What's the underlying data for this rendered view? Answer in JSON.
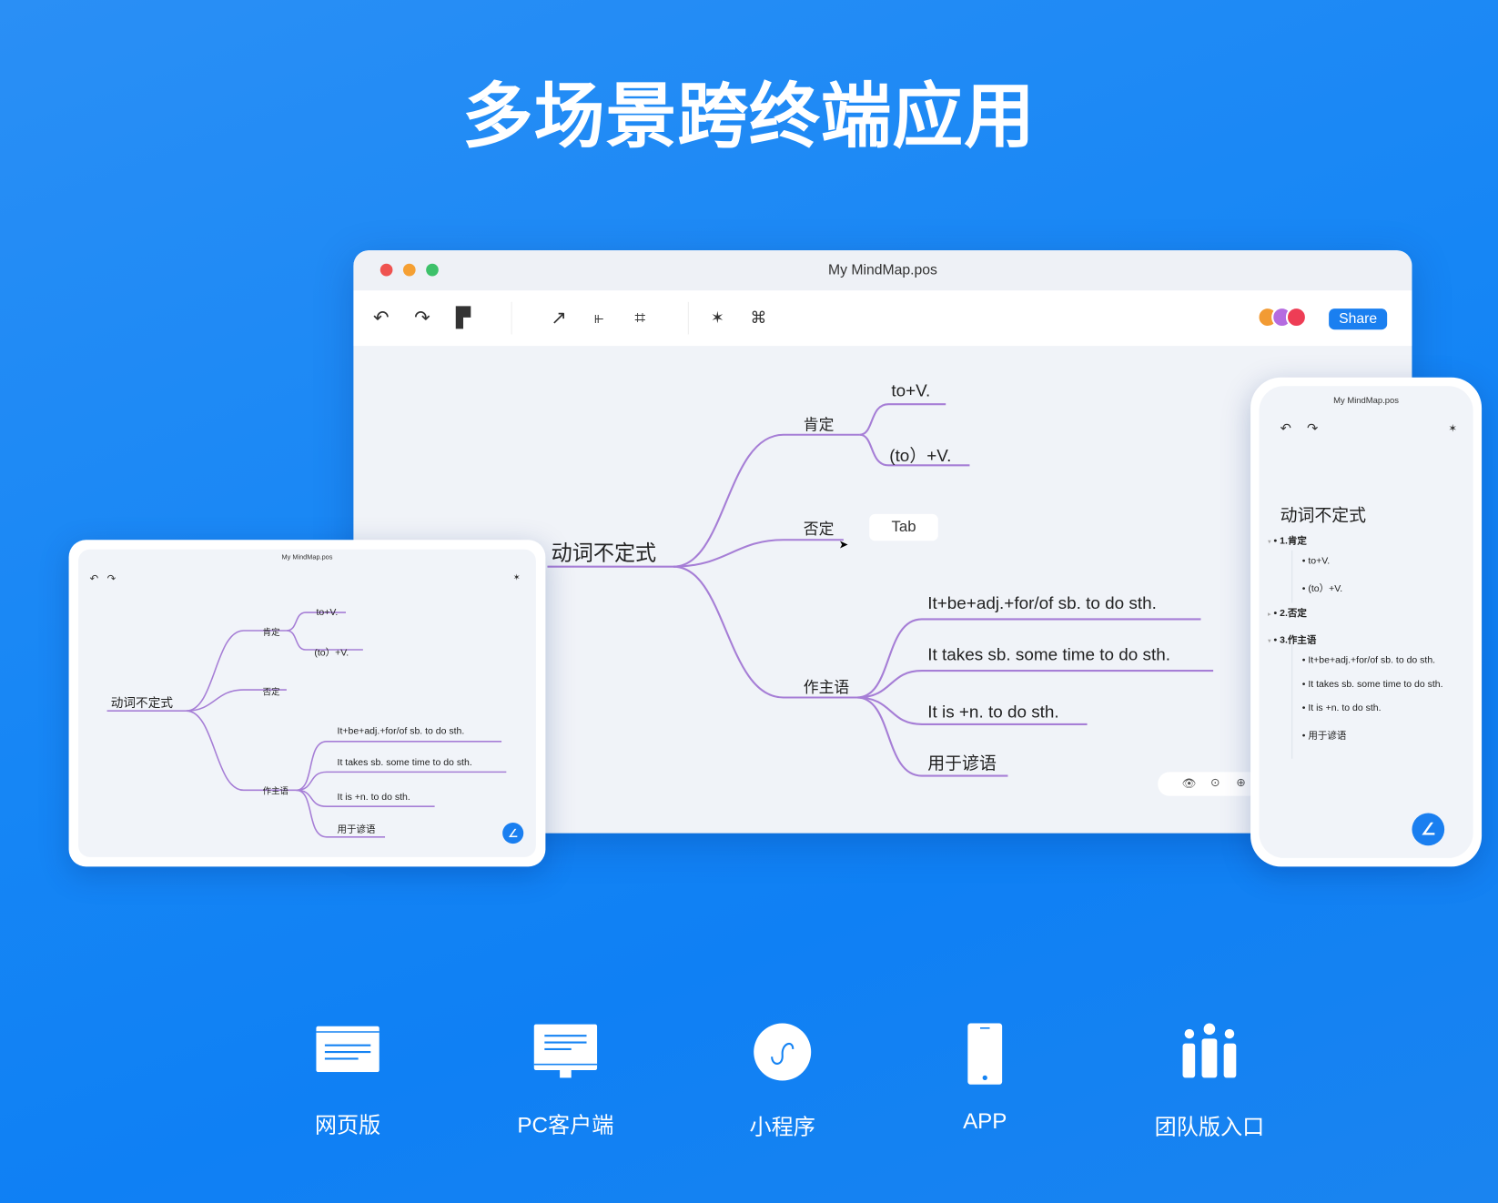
{
  "hero_title": "多场景跨终端应用",
  "desktop": {
    "title": "My MindMap.pos",
    "share_label": "Share",
    "tab_hint": "Tab",
    "map": {
      "root": "动词不定式",
      "b1": "肯定",
      "b1c": [
        "to+V.",
        "(to）+V."
      ],
      "b2": "否定",
      "b3": "作主语",
      "b3c": [
        "It+be+adj.+for/of sb. to do sth.",
        "It takes sb. some time to do sth.",
        "It is +n. to do sth.",
        "用于谚语"
      ]
    }
  },
  "tablet": {
    "title": "My MindMap.pos"
  },
  "phone": {
    "title": "My MindMap.pos",
    "outline_title": "动词不定式",
    "items": [
      "1.肯定",
      "to+V.",
      "(to）+V.",
      "2.否定",
      "3.作主语",
      "It+be+adj.+for/of sb. to do sth.",
      "It takes sb. some time to do sth.",
      "It is +n. to do sth.",
      "用于谚语"
    ]
  },
  "platforms": [
    {
      "label": "网页版",
      "icon": "web-page-icon"
    },
    {
      "label": "PC客户端",
      "icon": "monitor-icon"
    },
    {
      "label": "小程序",
      "icon": "mini-program-icon"
    },
    {
      "label": "APP",
      "icon": "phone-icon"
    },
    {
      "label": "团队版入口",
      "icon": "team-icon"
    }
  ],
  "colors": {
    "accent": "#1a7ff0",
    "branch": "#a67ed6",
    "background": "#1583f3"
  }
}
